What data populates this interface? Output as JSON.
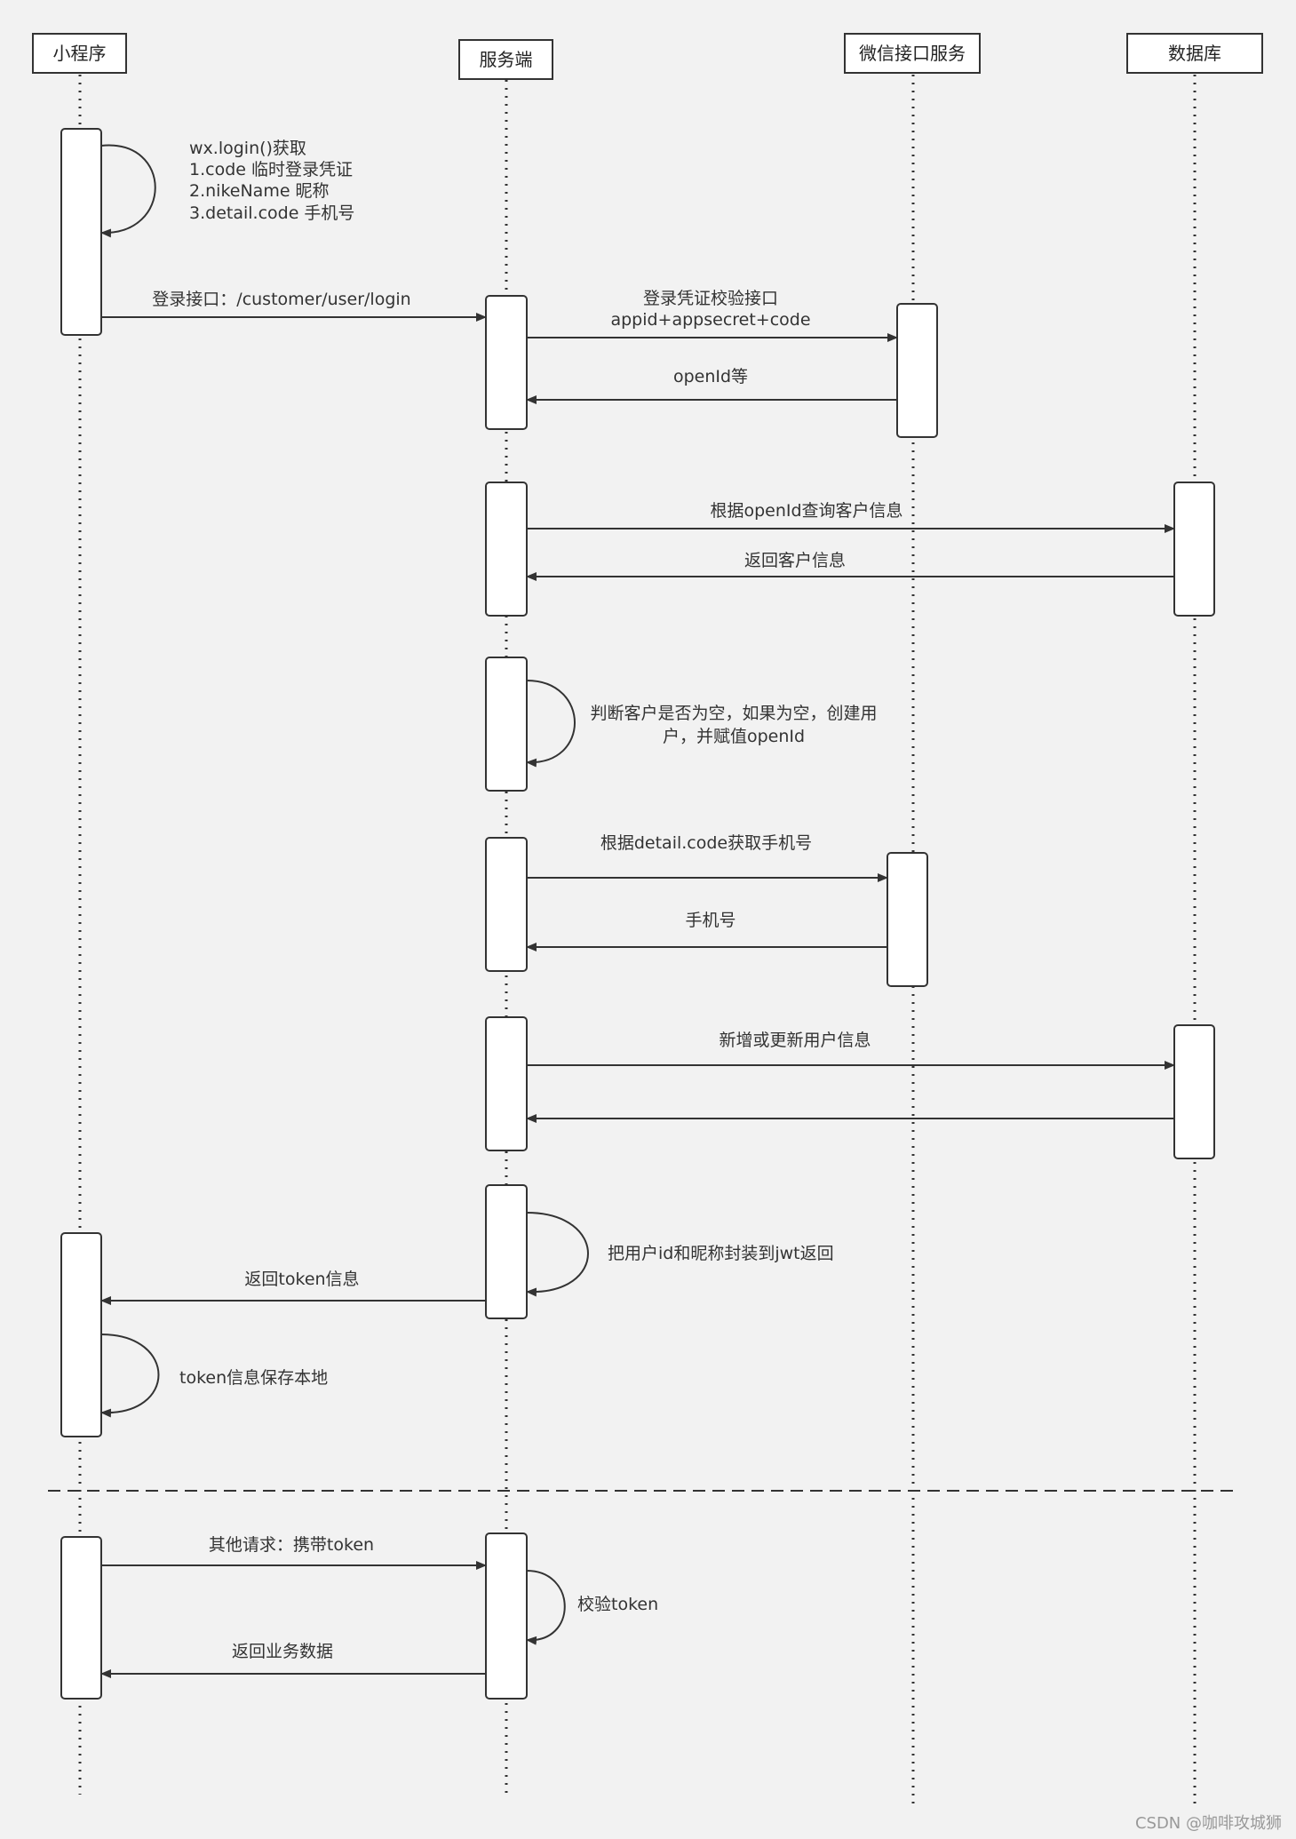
{
  "participants": [
    {
      "id": "miniapp",
      "label": "小程序"
    },
    {
      "id": "server",
      "label": "服务端"
    },
    {
      "id": "wechat",
      "label": "微信接口服务"
    },
    {
      "id": "db",
      "label": "数据库"
    }
  ],
  "notes": {
    "wx_login": [
      "wx.login()获取",
      "1.code      临时登录凭证",
      "2.nikeName    昵称",
      "3.detail.code   手机号"
    ],
    "login_api": "登录接口：/customer/user/login",
    "verify": [
      "登录凭证校验接口",
      "appid+appsecret+code"
    ],
    "openid_return": "openId等",
    "query_customer": "根据openId查询客户信息",
    "return_customer": "返回客户信息",
    "judge_customer": [
      "判断客户是否为空，如果为空，创建用",
      "户，并赋值openId"
    ],
    "get_phone": "根据detail.code获取手机号",
    "phone_return": "手机号",
    "upsert_user": "新增或更新用户信息",
    "jwt": "把用户id和昵称封装到jwt返回",
    "return_token": "返回token信息",
    "save_token": "token信息保存本地",
    "other_request": "其他请求：携带token",
    "verify_token": "校验token",
    "return_data": "返回业务数据"
  },
  "watermark": "CSDN @咖啡攻城狮"
}
